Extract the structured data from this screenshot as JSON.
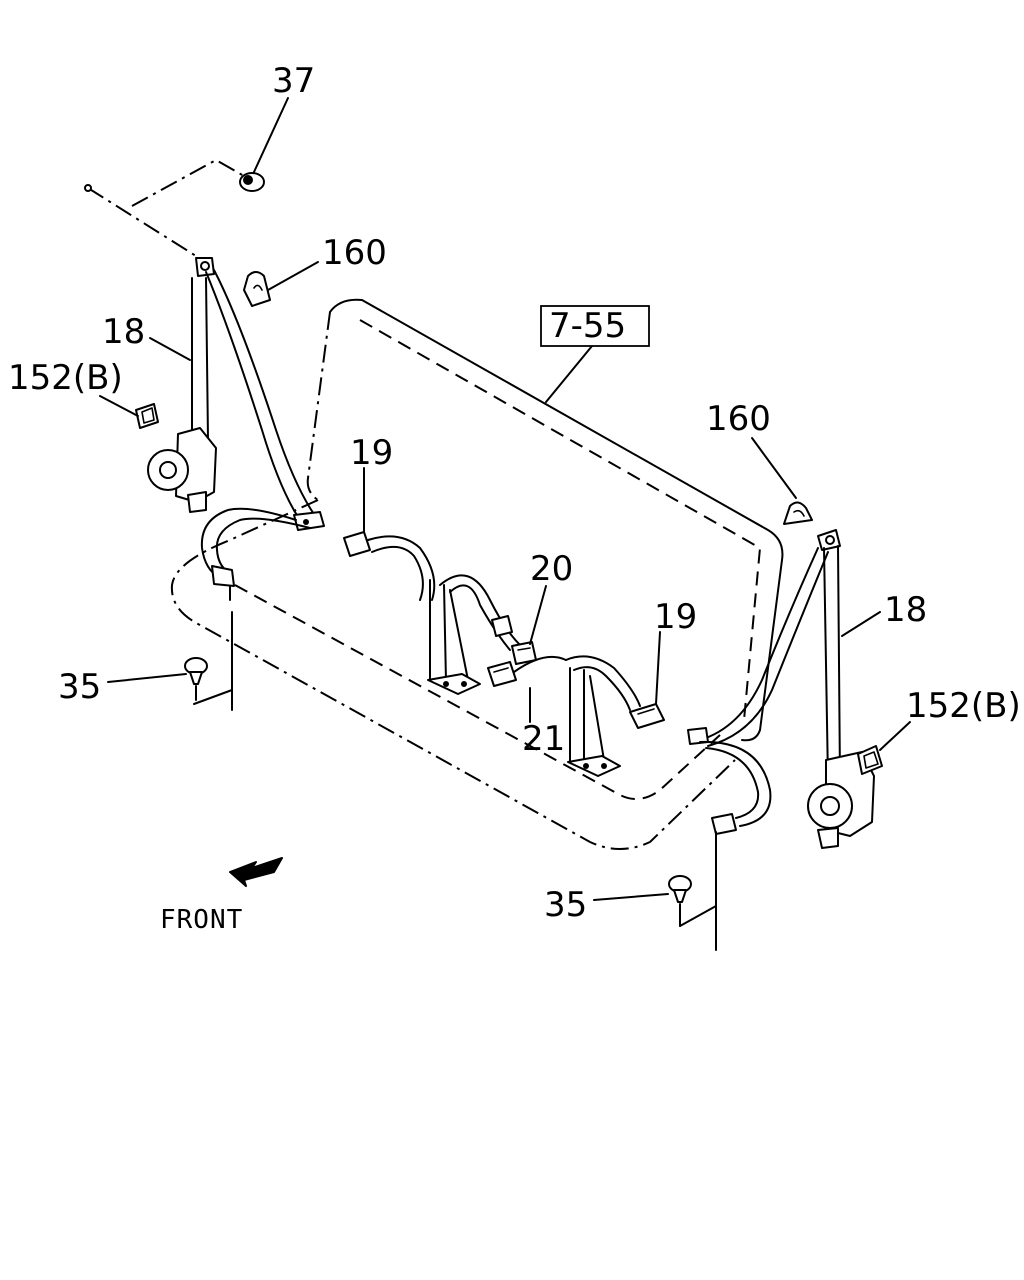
{
  "callouts": {
    "c37": "37",
    "c160_left": "160",
    "c18_left": "18",
    "c152b_left": "152(B)",
    "c19_left": "19",
    "c755": "7-55",
    "c160_right": "160",
    "c18_right": "18",
    "c20": "20",
    "c19_right": "19",
    "c152b_right": "152(B)",
    "c21": "21",
    "c35_left": "35",
    "c35_right": "35"
  },
  "direction_label": "FRONT"
}
